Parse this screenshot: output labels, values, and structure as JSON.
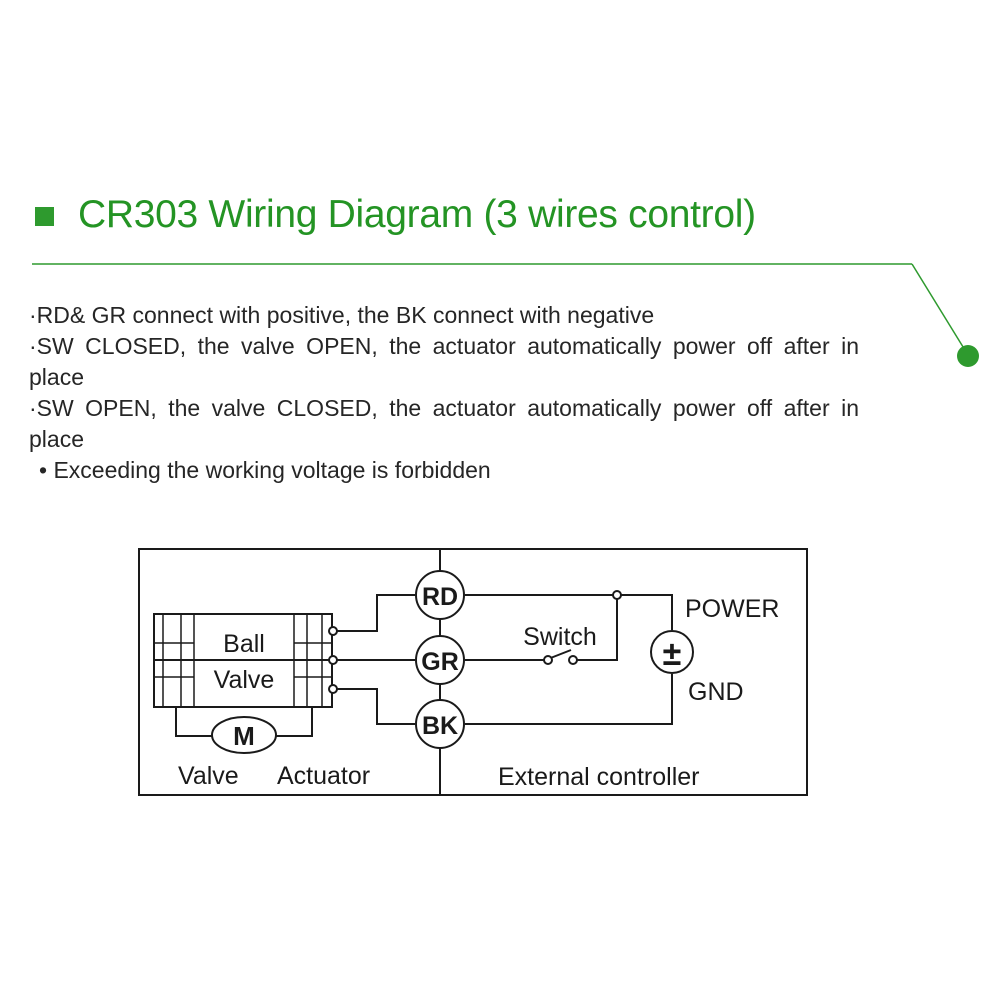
{
  "header": {
    "title": "CR303 Wiring Diagram (3 wires control)",
    "accent_color": "#249424"
  },
  "notes": [
    "·RD& GR connect with positive, the BK connect with negative",
    "·SW CLOSED, the valve OPEN,  the actuator automatically power off after in place",
    "·SW OPEN, the valve CLOSED,  the actuator automatically power off after in place",
    "• Exceeding the working voltage is forbidden"
  ],
  "diagram": {
    "ball_label": "Ball",
    "valve_label": "Valve",
    "motor_label": "M",
    "valve_section_label": "Valve",
    "actuator_section_label": "Actuator",
    "external_label": "External controller",
    "terminals": [
      "RD",
      "GR",
      "BK"
    ],
    "switch_label": "Switch",
    "power_label": "POWER",
    "gnd_label": "GND",
    "power_symbol": "±"
  }
}
